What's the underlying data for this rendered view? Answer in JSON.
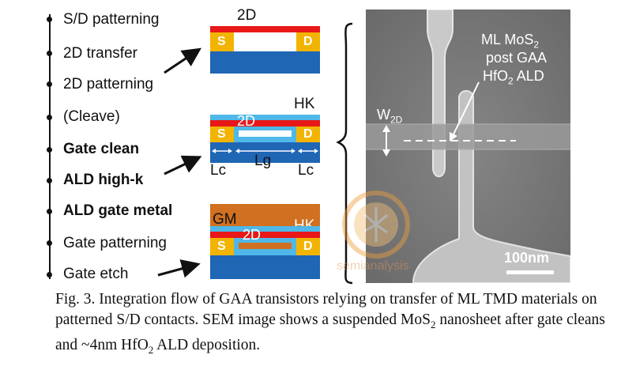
{
  "flow_steps": [
    {
      "label": "S/D patterning",
      "bold": false
    },
    {
      "label": "2D transfer",
      "bold": false
    },
    {
      "label": "2D patterning",
      "bold": false
    },
    {
      "label": "(Cleave)",
      "bold": false
    },
    {
      "label": "Gate clean",
      "bold": true
    },
    {
      "label": "ALD high-k",
      "bold": true
    },
    {
      "label": "ALD gate metal",
      "bold": true
    },
    {
      "label": "Gate patterning",
      "bold": false
    },
    {
      "label": "Gate etch",
      "bold": false
    }
  ],
  "diagram1": {
    "top_label": "2D",
    "source": "S",
    "drain": "D"
  },
  "diagram2": {
    "hk": "HK",
    "channel": "2D",
    "source": "S",
    "drain": "D",
    "lc_left": "Lc",
    "lg": "Lg",
    "lc_right": "Lc"
  },
  "diagram3": {
    "gm": "GM",
    "hk": "HK",
    "channel": "2D",
    "source": "S",
    "drain": "D"
  },
  "sem": {
    "annotation_line1": "ML MoS",
    "annotation_line1_sub": "2",
    "annotation_line2": "post GAA",
    "annotation_line3": "HfO",
    "annotation_line3_sub": "2",
    "annotation_line3_end": " ALD",
    "width_label": "W",
    "width_label_sub": "2D",
    "scale_bar": "100nm"
  },
  "watermark": "semianalysis",
  "caption": {
    "part1": "Fig. 3. Integration flow of GAA transistors relying on transfer of ML TMD materials on patterned S/D contacts. SEM image shows a suspended MoS",
    "sub1": "2",
    "part2": " nanosheet after gate cleans and ~4nm HfO",
    "sub2": "2",
    "part3": " ALD deposition."
  },
  "colors": {
    "substrate_blue": "#1f66b5",
    "oxide_light_blue": "#4fb8e8",
    "contact_yellow": "#f2b400",
    "channel_red": "#e81818",
    "gate_metal": "#d07020",
    "sem_gray": "#7a7a7a"
  }
}
